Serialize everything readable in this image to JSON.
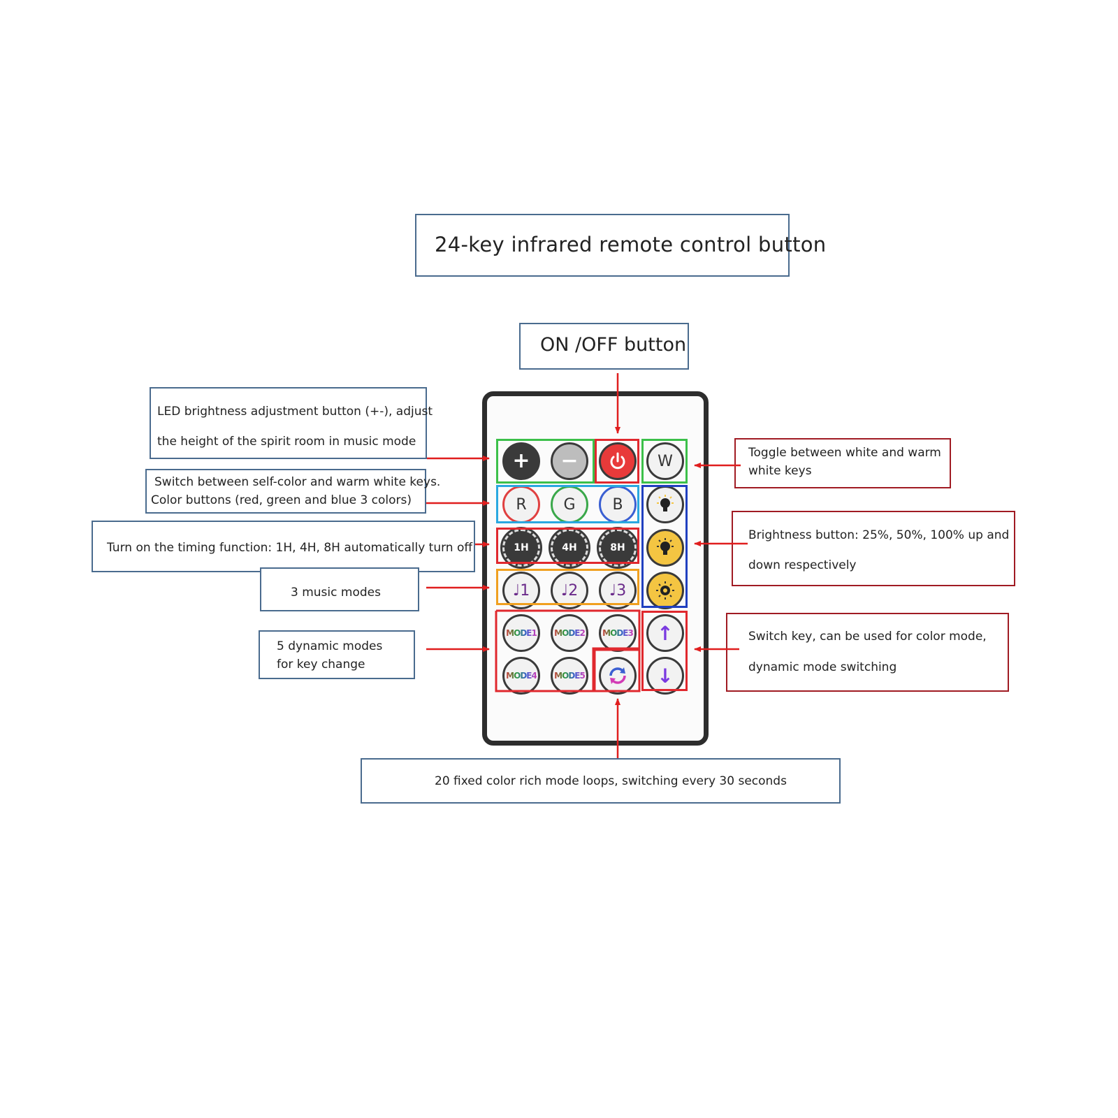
{
  "title": "24-key infrared remote control button",
  "onoff_label": "ON /OFF button",
  "annotations": {
    "led_brightness": {
      "line1": "LED brightness adjustment button (+-), adjust",
      "line2": "the height of the spirit room in music mode"
    },
    "color_buttons": {
      "line1": "Switch between self-color and warm white keys.",
      "line2": "Color buttons (red, green and blue 3 colors)"
    },
    "timing": "Turn on the timing function: 1H, 4H, 8H automatically turn off",
    "music": "3 music modes",
    "dynamic": {
      "line1": "5 dynamic modes",
      "line2": "for key change"
    },
    "toggle_white": {
      "line1": "Toggle between white and warm",
      "line2": "white keys"
    },
    "brightness_levels": {
      "line1": "Brightness button: 25%, 50%, 100% up and",
      "line2": "down respectively"
    },
    "switch_key": {
      "line1": "Switch key, can be used for color mode,",
      "line2": "dynamic mode switching"
    },
    "color_loops": "20 fixed color rich mode loops, switching every 30 seconds"
  },
  "remote": {
    "row1": {
      "plus": "+",
      "minus": "−",
      "power_icon": "power-icon",
      "white": "W"
    },
    "row2": {
      "red": "R",
      "green": "G",
      "blue": "B"
    },
    "row3": {
      "t1": "1H",
      "t4": "4H",
      "t8": "8H"
    },
    "row4": {
      "m1": "♩1",
      "m2": "♩2",
      "m3": "♩3"
    },
    "modes": {
      "mode1": "MODE1",
      "mode2": "MODE2",
      "mode3": "MODE3",
      "mode4": "MODE4",
      "mode5": "MODE5"
    },
    "arrows": {
      "up": "↑",
      "down": "↓"
    }
  },
  "colors": {
    "arrow": "#e01e1e",
    "label_border_blue": "#4a6b8e",
    "label_border_red": "#a01b23",
    "hl_green": "#3cc04a",
    "hl_red": "#e0282e",
    "hl_cyan": "#2aa8e0",
    "hl_orange": "#f0a020",
    "hl_blue": "#2040c0"
  }
}
